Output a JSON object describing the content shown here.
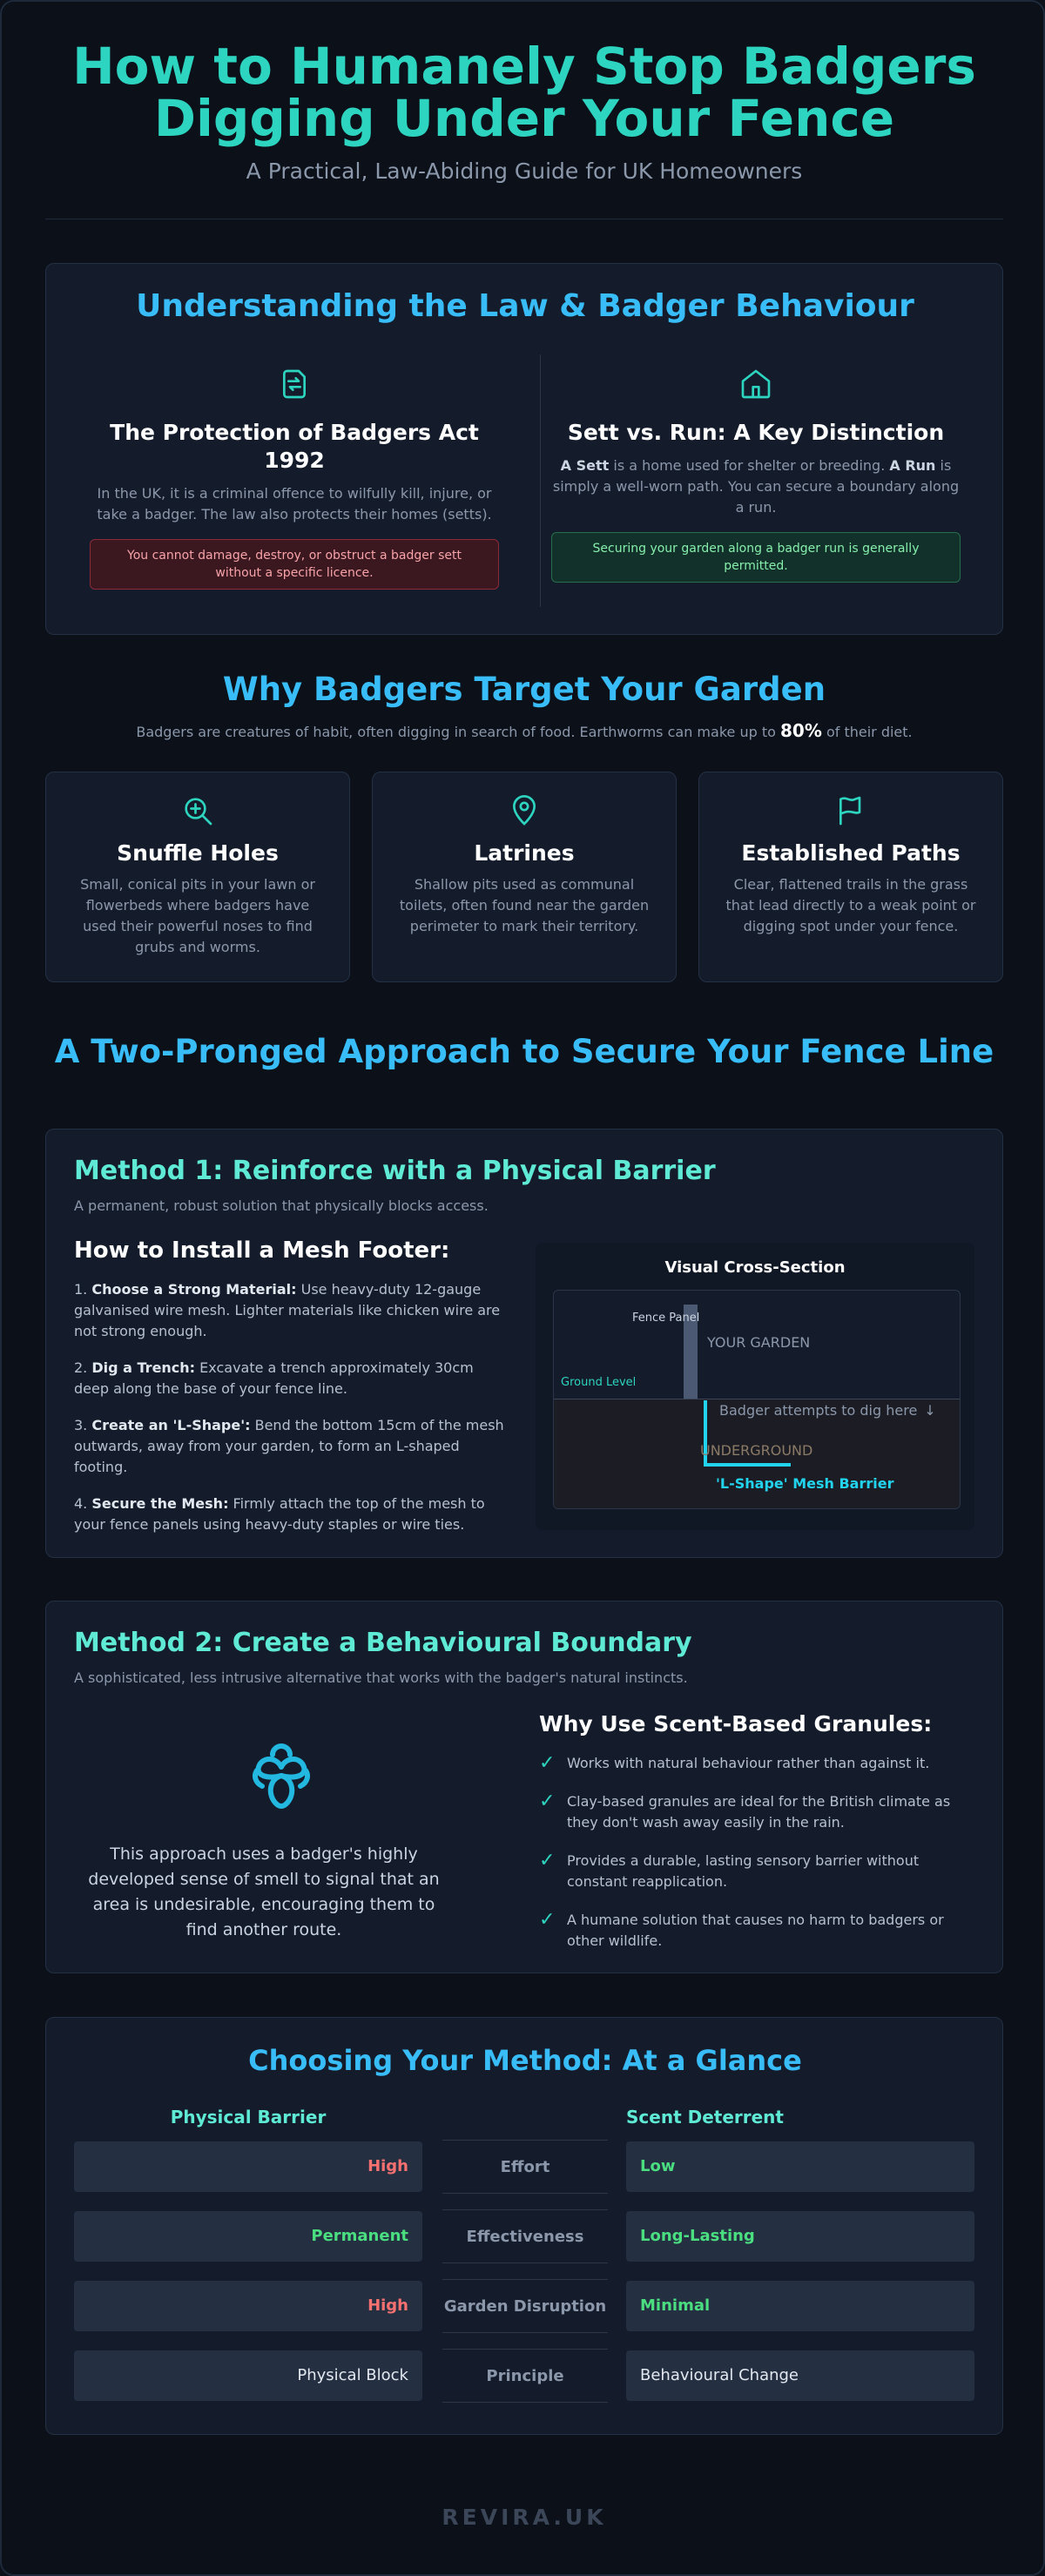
{
  "header": {
    "title_line1": "How to Humanely Stop Badgers",
    "title_line2": "Digging Under Your Fence",
    "subtitle": "A Practical, Law-Abiding Guide for UK Homeowners"
  },
  "law": {
    "title": "Understanding the Law & Badger Behaviour",
    "left": {
      "icon": "document-transfer-icon",
      "heading": "The Protection of Badgers Act 1992",
      "text": "In the UK, it is a criminal offence to wilfully kill, injure, or take a badger. The law also protects their homes (setts).",
      "alert": "You cannot damage, destroy, or obstruct a badger sett without a specific licence."
    },
    "right": {
      "icon": "house-icon",
      "heading": "Sett vs. Run: A Key Distinction",
      "sett_term": "A Sett",
      "sett_text": " is a home used for shelter or breeding. ",
      "run_term": "A Run",
      "run_text": " is simply a well-worn path. You can secure a boundary along a run.",
      "alert": "Securing your garden along a badger run is generally permitted."
    }
  },
  "why": {
    "title": "Why Badgers Target Your Garden",
    "sub_before": "Badgers are creatures of habit, often digging in search of food. Earthworms can make up to ",
    "sub_value": "80%",
    "sub_after": " of their diet.",
    "cards": [
      {
        "icon": "zoom-in-icon",
        "title": "Snuffle Holes",
        "text": "Small, conical pits in your lawn or flowerbeds where badgers have used their powerful noses to find grubs and worms."
      },
      {
        "icon": "map-pin-icon",
        "title": "Latrines",
        "text": "Shallow pits used as communal toilets, often found near the garden perimeter to mark their territory."
      },
      {
        "icon": "flag-icon",
        "title": "Established Paths",
        "text": "Clear, flattened trails in the grass that lead directly to a weak point or digging spot under your fence."
      }
    ]
  },
  "approach_title": "A Two-Pronged Approach to Secure Your Fence Line",
  "method1": {
    "title": "Method 1: Reinforce with a Physical Barrier",
    "subtitle": "A permanent, robust solution that physically blocks access.",
    "install_heading": "How to Install a Mesh Footer:",
    "steps": [
      {
        "num": "1. ",
        "term": "Choose a Strong Material:",
        "text": " Use heavy-duty 12-gauge galvanised wire mesh. Lighter materials like chicken wire are not strong enough."
      },
      {
        "num": "2. ",
        "term": "Dig a Trench:",
        "text": " Excavate a trench approximately 30cm deep along the base of your fence line."
      },
      {
        "num": "3. ",
        "term": "Create an 'L-Shape':",
        "text": " Bend the bottom 15cm of the mesh outwards, away from your garden, to form an L-shaped footing."
      },
      {
        "num": "4. ",
        "term": "Secure the Mesh:",
        "text": " Firmly attach the top of the mesh to your fence panels using heavy-duty staples or wire ties."
      }
    ],
    "cross_section": {
      "title": "Visual Cross-Section",
      "fence_panel": "Fence Panel",
      "your_garden": "YOUR GARDEN",
      "ground_level": "Ground Level",
      "badger_attempts": "Badger attempts to dig here",
      "underground": "UNDERGROUND",
      "mesh_label": "'L-Shape' Mesh Barrier"
    }
  },
  "method2": {
    "title": "Method 2: Create a Behavioural Boundary",
    "subtitle": "A sophisticated, less intrusive alternative that works with the badger's natural instincts.",
    "emblem_icon": "badger-paw-emblem-icon",
    "description": "This approach uses a badger's highly developed sense of smell to signal that an area is undesirable, encouraging them to find another route.",
    "benefits_heading": "Why Use Scent-Based Granules:",
    "benefits": [
      "Works with natural behaviour rather than against it.",
      "Clay-based granules are ideal for the British climate as they don't wash away easily in the rain.",
      "Provides a durable, lasting sensory barrier without constant reapplication.",
      "A humane solution that causes no harm to badgers or other wildlife."
    ]
  },
  "comparison": {
    "title": "Choosing Your Method: At a Glance",
    "left_heading": "Physical Barrier",
    "right_heading": "Scent Deterrent",
    "rows": [
      {
        "label": "Effort",
        "left": "High",
        "right": "Low"
      },
      {
        "label": "Effectiveness",
        "left": "Permanent",
        "right": "Long-Lasting"
      },
      {
        "label": "Garden Disruption",
        "left": "High",
        "right": "Minimal"
      },
      {
        "label": "Principle",
        "left": "Physical Block",
        "right": "Behavioural Change"
      }
    ]
  },
  "footer": "REVIRA.UK",
  "colors": {
    "teal": "#2dd4bf",
    "cyan": "#38bdf8",
    "red": "#f87171",
    "green": "#4ade80",
    "background": "#0b1019"
  }
}
